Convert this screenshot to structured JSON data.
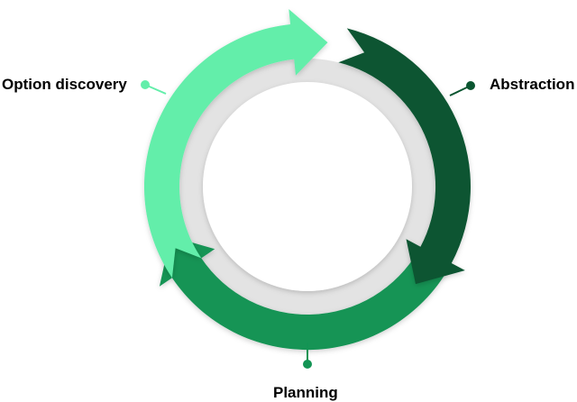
{
  "colors": {
    "background": "#ffffff",
    "inner_ring": "#e3e3e3",
    "inner_disc": "#ffffff"
  },
  "stages": [
    {
      "id": "option-discovery",
      "label": "Option discovery",
      "color": "#63eeaa"
    },
    {
      "id": "abstraction",
      "label": "Abstraction",
      "color": "#0a5530"
    },
    {
      "id": "planning",
      "label": "Planning",
      "color": "#139454"
    }
  ]
}
